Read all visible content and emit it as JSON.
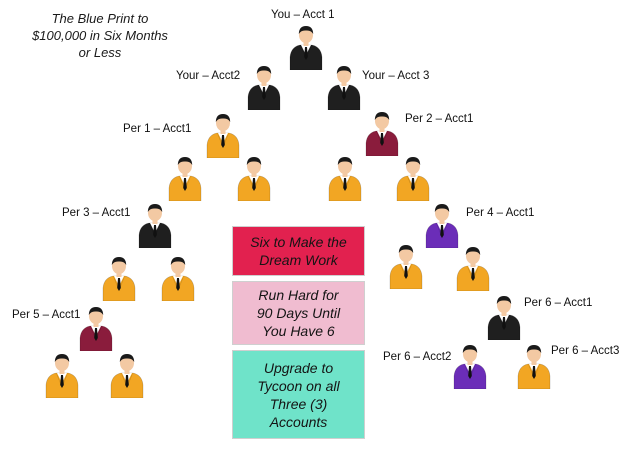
{
  "title": {
    "line1": "The Blue Print to",
    "line2": "$100,000  in Six Months",
    "line3": "or Less"
  },
  "labels": {
    "you_acct1": "You – Acct 1",
    "your_acct2": "Your – Acct2",
    "your_acct3": "Your – Acct 3",
    "per1_acct1": "Per 1 – Acct1",
    "per2_acct1": "Per 2 – Acct1",
    "per3_acct1": "Per 3 – Acct1",
    "per4_acct1": "Per 4 – Acct1",
    "per5_acct1": "Per 5 – Acct1",
    "per6_acct1": "Per 6 – Acct1",
    "per6_acct2": "Per 6 – Acct2",
    "per6_acct3": "Per 6 – Acct3"
  },
  "boxes": {
    "box1": {
      "line1": "Six to Make the",
      "line2": "Dream Work",
      "color": "#e2214f"
    },
    "box2": {
      "line1": "Run Hard for",
      "line2": "90 Days Until",
      "line3": "You Have 6",
      "color": "#f0bcd0"
    },
    "box3": {
      "line1": "Upgrade to",
      "line2": "Tycoon on all",
      "line3": "Three (3)",
      "line4": "Accounts",
      "color": "#6fe3c9"
    }
  },
  "colors": {
    "black_suit": "#1f1f1f",
    "gold_suit": "#f2a623",
    "maroon_suit": "#8a1c3c",
    "purple_suit": "#6b2db8",
    "skin": "#f3c9a3",
    "hair": "#1a1a1a"
  },
  "people": [
    {
      "id": "you-acct1",
      "suit": "black"
    },
    {
      "id": "your-acct2",
      "suit": "black"
    },
    {
      "id": "your-acct3",
      "suit": "black"
    },
    {
      "id": "per1-acct1",
      "suit": "gold"
    },
    {
      "id": "per2-acct1",
      "suit": "maroon"
    },
    {
      "id": "per1-child-a",
      "suit": "gold"
    },
    {
      "id": "per1-child-b",
      "suit": "gold"
    },
    {
      "id": "per2-child-a",
      "suit": "gold"
    },
    {
      "id": "per2-child-b",
      "suit": "gold"
    },
    {
      "id": "per3-acct1",
      "suit": "black"
    },
    {
      "id": "per4-acct1",
      "suit": "purple"
    },
    {
      "id": "per3-child-a",
      "suit": "gold"
    },
    {
      "id": "per3-child-b",
      "suit": "gold"
    },
    {
      "id": "per4-child-a",
      "suit": "gold"
    },
    {
      "id": "per4-child-b",
      "suit": "gold"
    },
    {
      "id": "per5-acct1",
      "suit": "maroon"
    },
    {
      "id": "per6-acct1",
      "suit": "black"
    },
    {
      "id": "per5-child-a",
      "suit": "gold"
    },
    {
      "id": "per5-child-b",
      "suit": "gold"
    },
    {
      "id": "per6-acct2",
      "suit": "purple"
    },
    {
      "id": "per6-acct3",
      "suit": "gold"
    }
  ]
}
